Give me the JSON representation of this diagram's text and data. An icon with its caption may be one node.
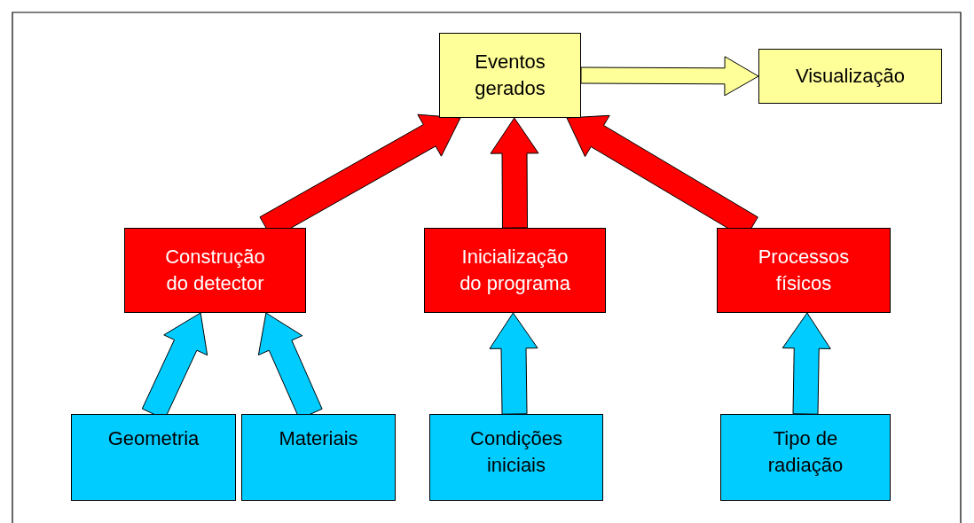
{
  "diagram": {
    "nodes": [
      {
        "text": [
          "Eventos gerados"
        ]
      },
      {
        "text": [
          "Visualização"
        ]
      },
      {
        "text": [
          "Construção do detector"
        ]
      },
      {
        "text": [
          "Inicialização do programa"
        ]
      },
      {
        "text": [
          "Processos físicos"
        ]
      },
      {
        "text": [
          "Geometria"
        ]
      },
      {
        "text": [
          "Materiais"
        ]
      },
      {
        "text": [
          "Condições iniciais"
        ]
      },
      {
        "text": [
          "Tipo de radiação"
        ]
      }
    ],
    "edges": [
      {
        "from": 0,
        "to": 1,
        "arrow": "to",
        "color": "#ffff99"
      },
      {
        "from": 2,
        "to": 0,
        "arrow": "to",
        "color": "#ff0000"
      },
      {
        "from": 3,
        "to": 0,
        "arrow": "to",
        "color": "#ff0000"
      },
      {
        "from": 4,
        "to": 0,
        "arrow": "to",
        "color": "#ff0000"
      },
      {
        "from": 5,
        "to": 2,
        "arrow": "to"
      },
      {
        "from": 6,
        "to": 2,
        "arrow": "to"
      },
      {
        "from": 7,
        "to": 3,
        "arrow": "to"
      },
      {
        "from": 8,
        "to": 4,
        "arrow": "to"
      }
    ]
  }
}
